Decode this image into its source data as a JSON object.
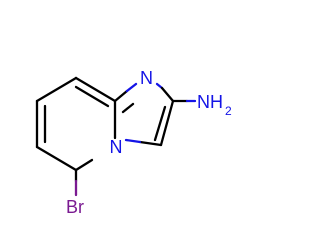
{
  "molecule": {
    "atoms": {
      "ring_nitrogen": "N",
      "bridge_nitrogen": "N",
      "amine_group": "NH",
      "amine_subscript": "2",
      "bromine": "Br"
    },
    "colors": {
      "bond": "#000000",
      "nitrogen": "#1414e6",
      "bromine": "#7a1a91"
    }
  }
}
